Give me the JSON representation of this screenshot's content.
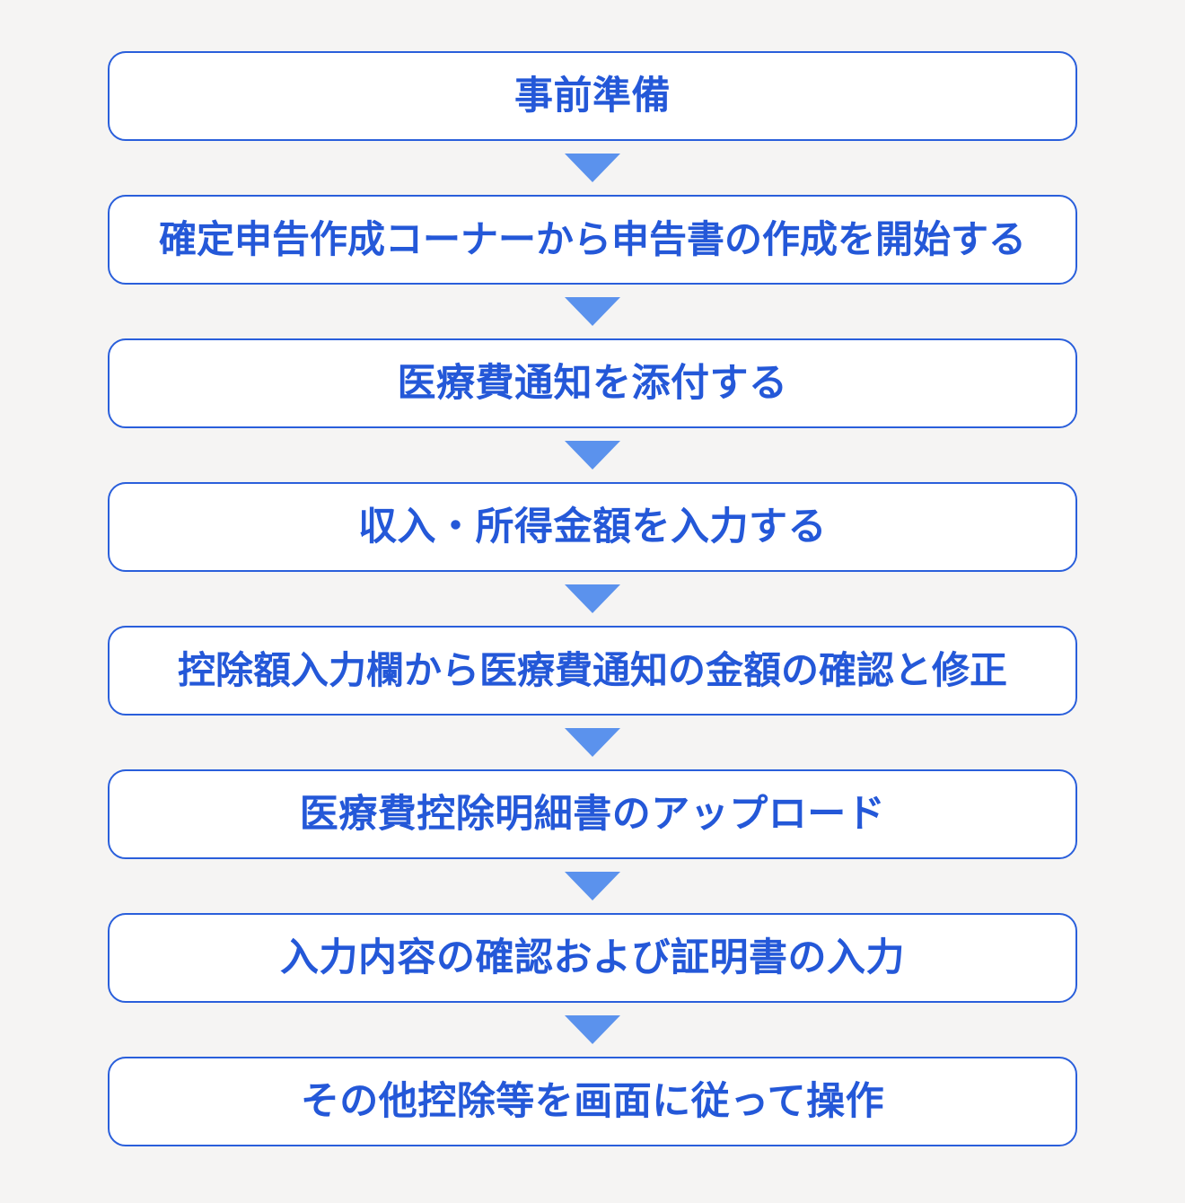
{
  "background_color": "#f5f4f3",
  "box": {
    "fill": "#ffffff",
    "border_color": "#2a5fdb",
    "text_color": "#2458d8"
  },
  "arrow": {
    "color": "#5b92ed",
    "icon": "triangle-down-icon"
  },
  "flow": {
    "title": "",
    "steps": [
      {
        "label": "事前準備"
      },
      {
        "label": "確定申告作成コーナーから申告書の作成を開始する"
      },
      {
        "label": "医療費通知を添付する"
      },
      {
        "label": "収入・所得金額を入力する"
      },
      {
        "label": "控除額入力欄から医療費通知の金額の確認と修正"
      },
      {
        "label": "医療費控除明細書のアップロード"
      },
      {
        "label": "入力内容の確認および証明書の入力"
      },
      {
        "label": "その他控除等を画面に従って操作"
      }
    ]
  }
}
